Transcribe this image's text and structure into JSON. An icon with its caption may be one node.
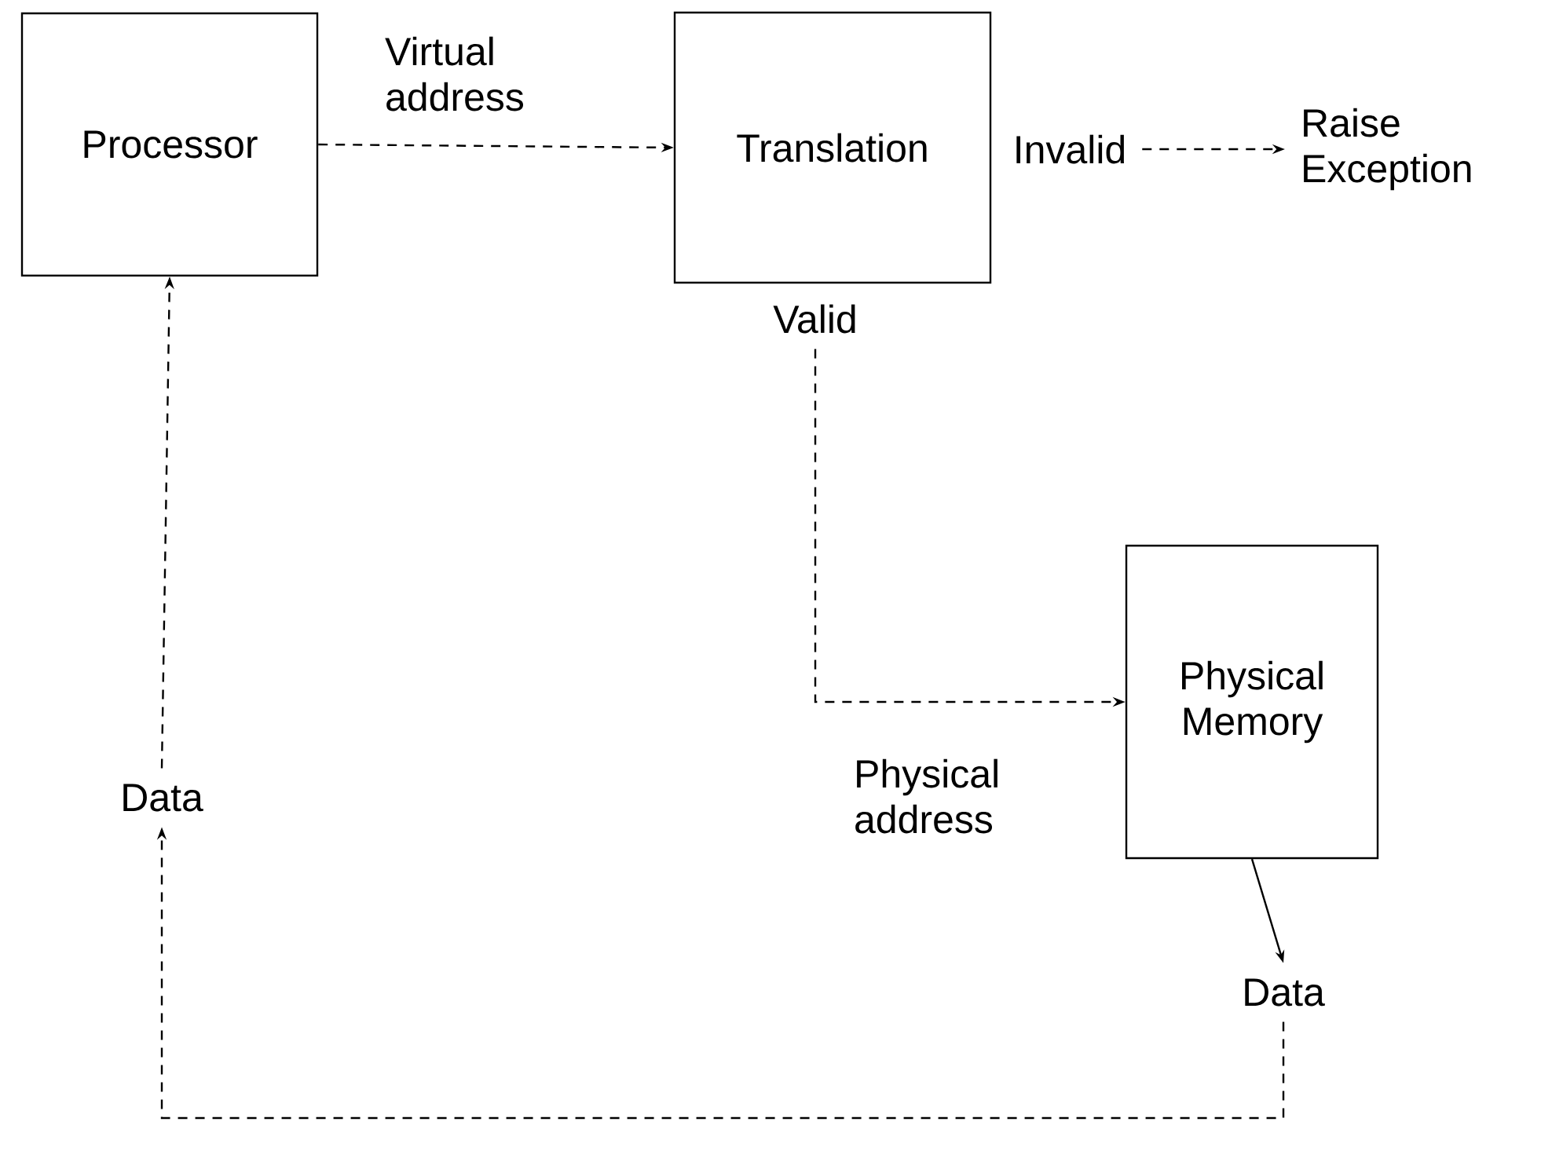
{
  "diagram": {
    "nodes": [
      {
        "text": [
          "Processor"
        ]
      },
      {
        "text": [
          "Translation"
        ]
      },
      {
        "text": [
          "Invalid"
        ]
      },
      {
        "text": [
          "Raise Exception"
        ]
      },
      {
        "text": [
          "Valid"
        ]
      },
      {
        "text": [
          "Physical Memory"
        ]
      },
      {
        "text": [
          "Data"
        ]
      },
      {
        "text": [
          "Data"
        ]
      }
    ],
    "edges": [
      {
        "from": 0,
        "to": 1,
        "arrow": "to",
        "style": "dashed",
        "label": "Virtual address"
      },
      {
        "from": 2,
        "to": 3,
        "arrow": "to",
        "style": "dashed"
      },
      {
        "from": 4,
        "to": 5,
        "arrow": "to",
        "style": "dashed",
        "label": "Physical address"
      },
      {
        "from": 5,
        "to": 7,
        "arrow": "to"
      },
      {
        "from": 7,
        "to": 6,
        "arrow": "to",
        "style": "dashed"
      },
      {
        "from": 6,
        "to": 0,
        "arrow": "to",
        "style": "dashed"
      }
    ]
  }
}
